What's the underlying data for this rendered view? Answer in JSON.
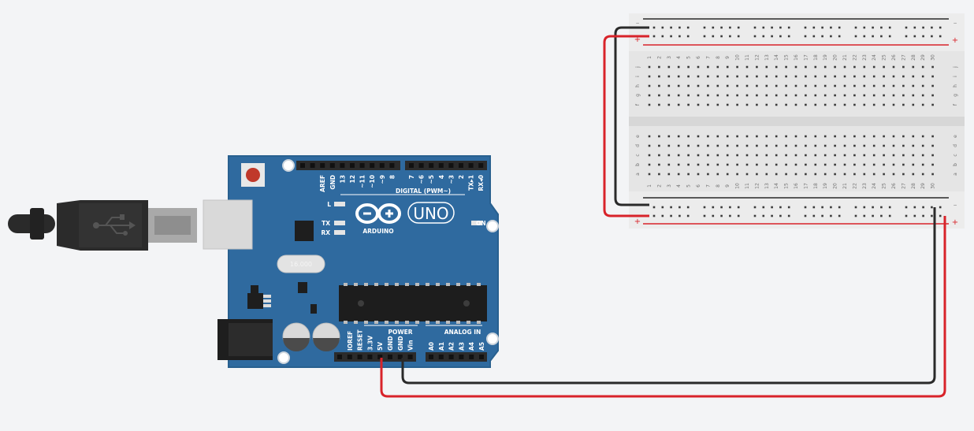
{
  "colors": {
    "board": "#2f6a9f",
    "board_edge": "#28608f",
    "header": "#2b2b2b",
    "breadboard": "#e5e5e5",
    "wire_red": "#d8232a",
    "wire_black": "#2a2a2a",
    "canvas": "#f3f4f6"
  },
  "arduino": {
    "brand": "ARDUINO",
    "model": "UNO",
    "on_label": "ON",
    "l_label": "L",
    "tx_label": "TX",
    "rx_label": "RX",
    "digital_label": "DIGITAL (PWM~)",
    "power_label": "POWER",
    "analog_label": "ANALOG IN",
    "top_pins": [
      "AREF",
      "GND",
      "13",
      "12",
      "~11",
      "~10",
      "~9",
      "8",
      "7",
      "~6",
      "~5",
      "4",
      "~3",
      "2",
      "TX▸1",
      "RX◂0"
    ],
    "power_pins": [
      "IOREF",
      "RESET",
      "3.3V",
      "5V",
      "GND",
      "GND",
      "Vin"
    ],
    "analog_pins": [
      "A0",
      "A1",
      "A2",
      "A3",
      "A4",
      "A5"
    ],
    "crystal_text": "16.000"
  },
  "breadboard": {
    "rail_minus": "−",
    "rail_plus": "+",
    "columns": [
      "1",
      "2",
      "3",
      "4",
      "5",
      "6",
      "7",
      "8",
      "9",
      "10",
      "11",
      "12",
      "13",
      "14",
      "15",
      "16",
      "17",
      "18",
      "19",
      "20",
      "21",
      "22",
      "23",
      "24",
      "25",
      "26",
      "27",
      "28",
      "29",
      "30"
    ],
    "top_rows": [
      "j",
      "i",
      "h",
      "g",
      "f"
    ],
    "bottom_rows": [
      "e",
      "d",
      "c",
      "b",
      "a"
    ]
  },
  "usb": {
    "icon": "usb-icon"
  }
}
